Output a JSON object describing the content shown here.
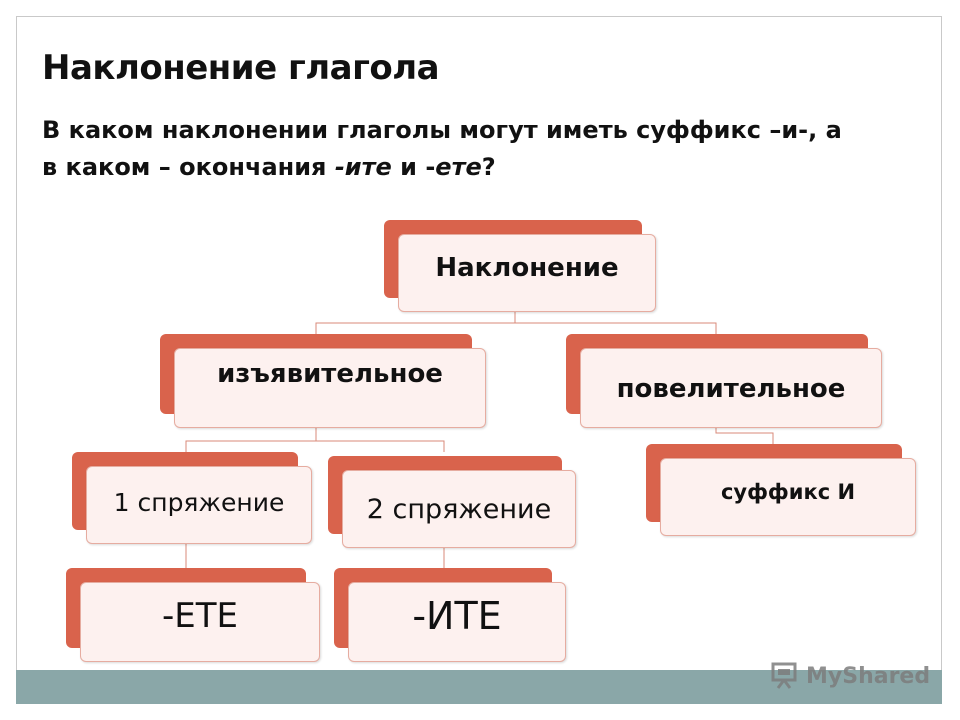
{
  "title": "Наклонение глагола",
  "question": {
    "part1": "В каком наклонении глаголы могут иметь суффикс –и-, а в каком –  окончания ",
    "ite": "-ите",
    "part2": " и -",
    "ete": "ете",
    "part3": "?"
  },
  "tree": {
    "root": "Наклонение",
    "indicative": "изъявительное",
    "imperative": "повелительное",
    "conj1": "1 спряжение",
    "conj2": "2 спряжение",
    "suffix": "суффикс И",
    "ending_ete": "-ЕТЕ",
    "ending_ite": "-ИТЕ"
  },
  "colors": {
    "box_back": "#d9634c",
    "box_front": "#fdf1ef",
    "band": "#8aa7a8"
  },
  "watermark": "MyShared"
}
